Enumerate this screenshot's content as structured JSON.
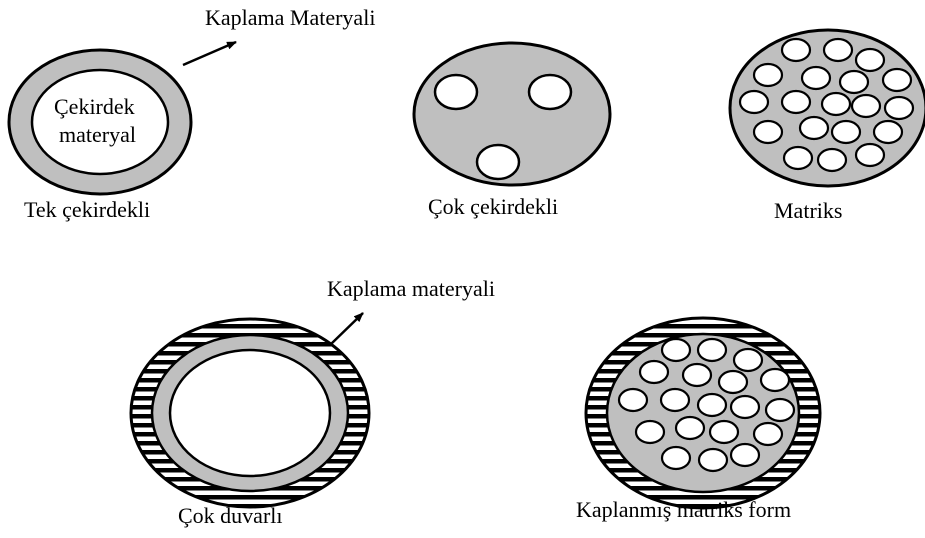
{
  "labels": {
    "coating_top": "Kaplama Materyali",
    "core_line1": "Çekirdek",
    "core_line2": "materyal",
    "single_core": "Tek çekirdekli",
    "multi_core": "Çok çekirdekli",
    "matrix": "Matriks",
    "coating_bottom": "Kaplama materyali",
    "multi_wall": "Çok duvarlı",
    "coated_matrix": "Kaplanmış matriks form"
  },
  "colors": {
    "fill_gray": "#bfbfbf",
    "stroke": "#000000",
    "background": "#ffffff"
  }
}
